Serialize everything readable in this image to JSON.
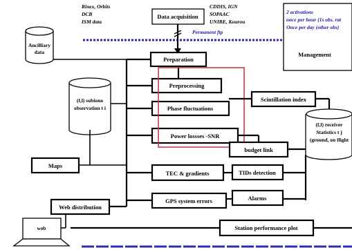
{
  "sources": {
    "left_lines": [
      "Rinex, Orbits",
      "DCB",
      "ISM data"
    ],
    "right_lines": [
      "CDDIS, IGN",
      "SOPAAC",
      "UNIBE, Kourou"
    ]
  },
  "nodes": {
    "data_acquisition": "Data acquisition",
    "permanent_ftp": "Permanent ftp",
    "ancilliary": [
      "Ancilliary",
      "data"
    ],
    "activations": [
      "2 activations",
      "once per hour (1s obs. rat",
      "Once per day (other obs)"
    ],
    "management": "Management",
    "preparation": "Preparation",
    "subiono": [
      "(f,l) subiono",
      "observation t i"
    ],
    "preprocessing": "Preprocessing",
    "phase_fluctuations": "Phase fluctuations",
    "power_losses": "Power lossses  -SNR",
    "scintillation_index": "Scintillation index",
    "receiver_stats": [
      "(f,l) receiver",
      "Statistics t j",
      "(ground, on flight"
    ],
    "budget_link": "budget link",
    "maps": "Maps",
    "tec_gradients": "TEC & gradients",
    "tids_detection": "TIDs detection",
    "gps_errors": "GPS system errors",
    "alarms": "Alarms",
    "web_distribution": "Web distribution",
    "web": "web",
    "station_performance": "Station performance plot"
  },
  "colors": {
    "blue_dashed": "#2b2bb8",
    "highlight": "#c83c50"
  }
}
